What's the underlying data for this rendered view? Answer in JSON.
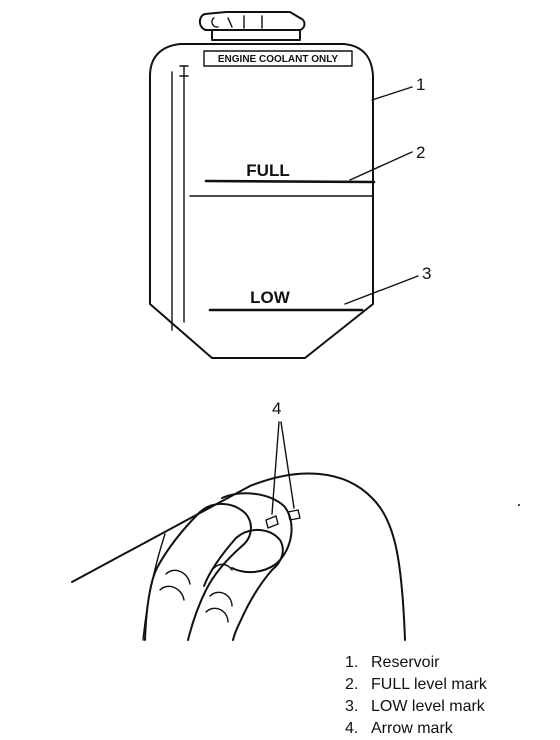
{
  "reservoir": {
    "badge": "ENGINE COOLANT ONLY",
    "full_mark": "FULL",
    "low_mark": "LOW"
  },
  "callouts": [
    "1",
    "2",
    "3",
    "4"
  ],
  "legend": [
    {
      "num": "1.",
      "text": "Reservoir"
    },
    {
      "num": "2.",
      "text": "FULL level mark"
    },
    {
      "num": "3.",
      "text": "LOW level mark"
    },
    {
      "num": "4.",
      "text": "Arrow mark"
    }
  ],
  "colors": {
    "ink": "#111111",
    "paper": "#ffffff"
  }
}
